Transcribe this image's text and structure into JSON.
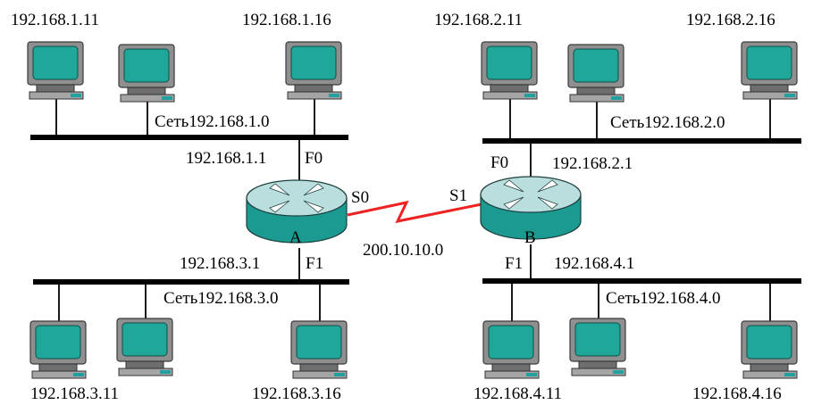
{
  "colors": {
    "pc_case": "#8f8f8f",
    "pc_screen": "#1fa89a",
    "router_body": "#1a9a90",
    "router_top": "#b9dedd",
    "serial_link": "#ee2222",
    "bus": "#000000"
  },
  "networks": {
    "n1": {
      "label": "Сеть192.168.1.0",
      "pcs": [
        "192.168.1.11",
        "192.168.1.16"
      ]
    },
    "n2": {
      "label": "Сеть192.168.2.0",
      "pcs": [
        "192.168.2.11",
        "192.168.2.16"
      ]
    },
    "n3": {
      "label": "Сеть192.168.3.0",
      "pcs": [
        "192.168.3.11",
        "192.168.3.16"
      ]
    },
    "n4": {
      "label": "Сеть192.168.4.0",
      "pcs": [
        "192.168.4.11",
        "192.168.4.16"
      ]
    }
  },
  "routers": {
    "a": {
      "name": "A",
      "f0": {
        "port": "F0",
        "ip": "192.168.1.1"
      },
      "f1": {
        "port": "F1",
        "ip": "192.168.3.1"
      },
      "serial": "S0"
    },
    "b": {
      "name": "B",
      "f0": {
        "port": "F0",
        "ip": "192.168.2.1"
      },
      "f1": {
        "port": "F1",
        "ip": "192.168.4.1"
      },
      "serial": "S1"
    }
  },
  "serial_network": "200.10.10.0"
}
